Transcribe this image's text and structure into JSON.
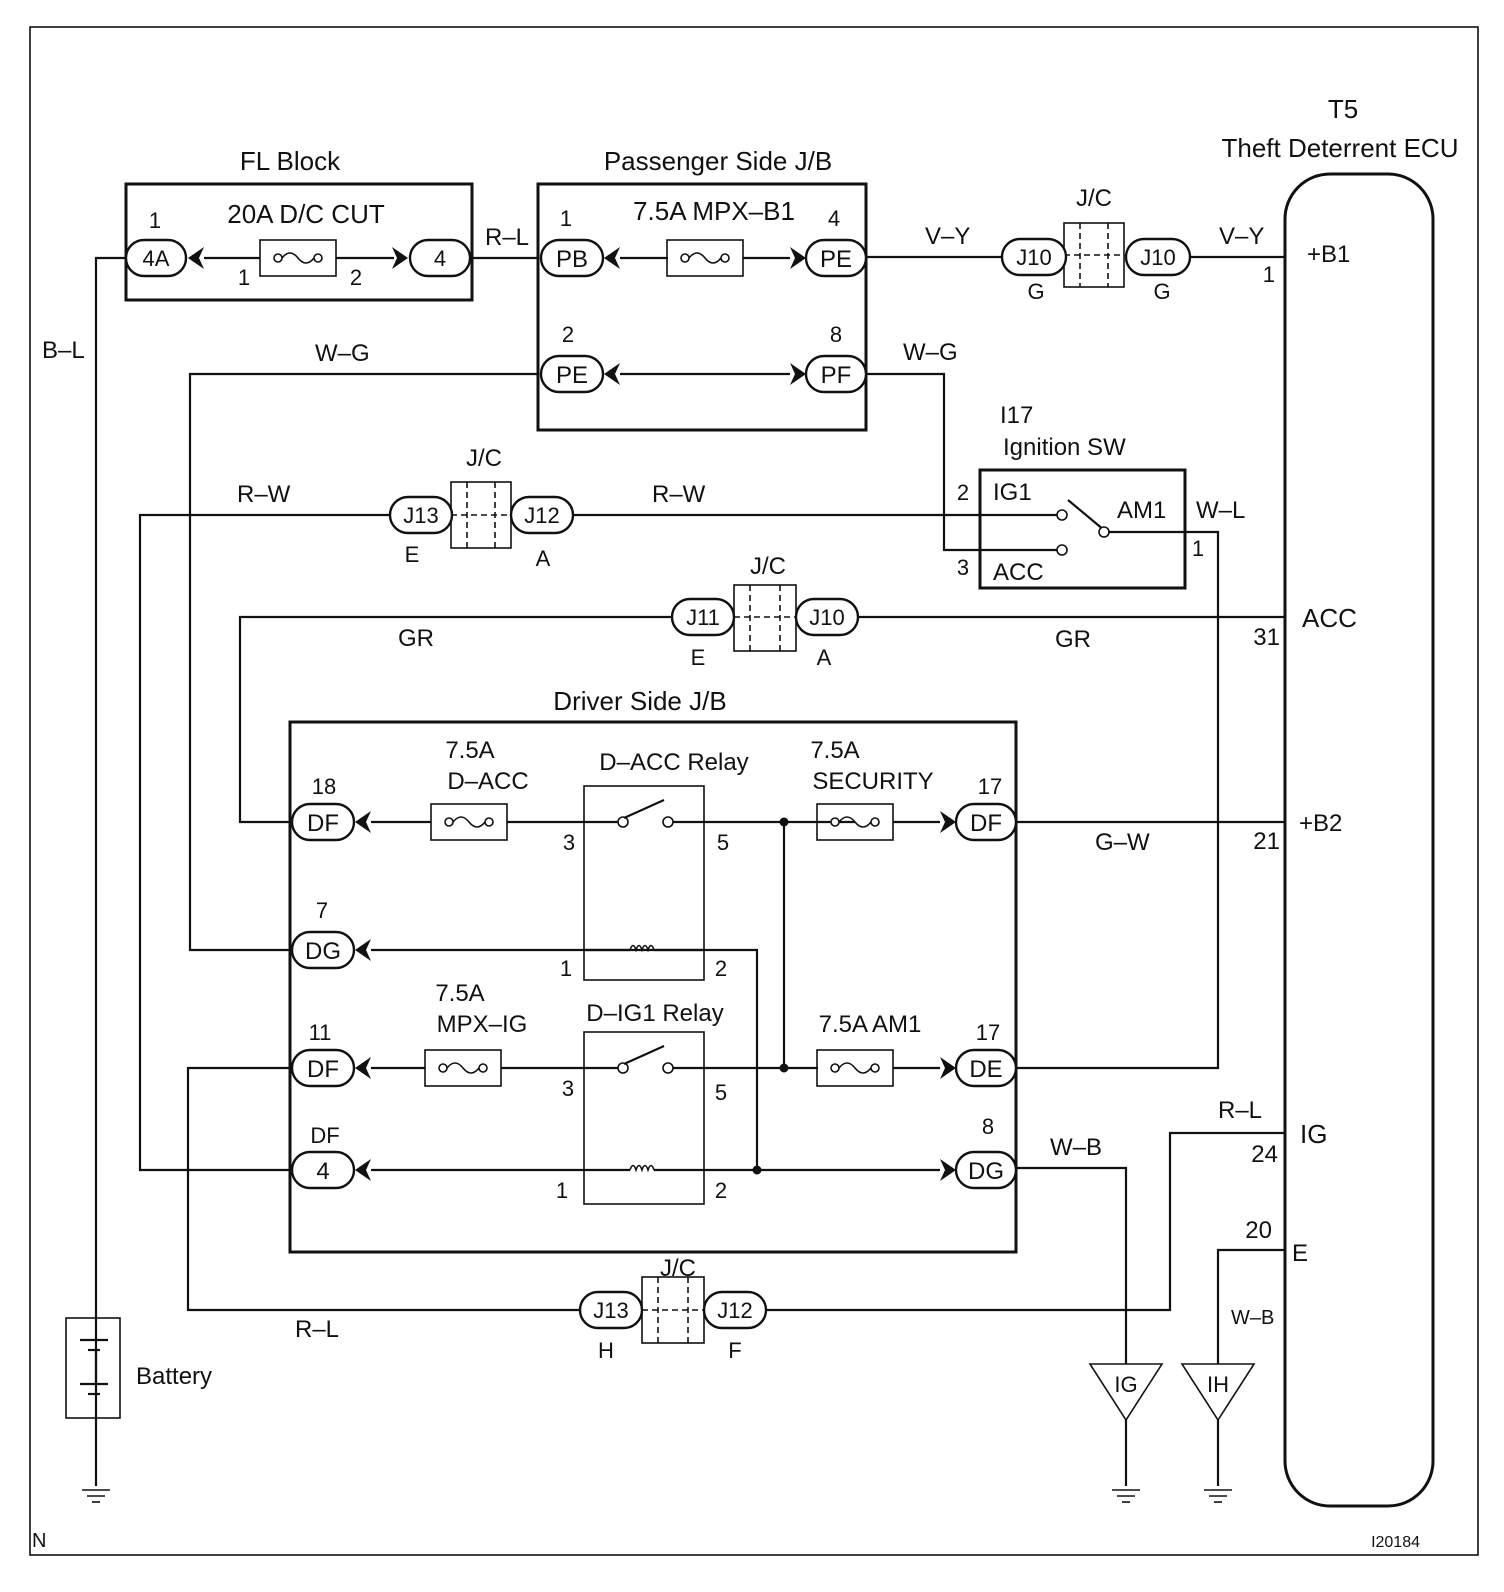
{
  "page": {
    "corner_letter": "N",
    "figure_code": "I20184"
  },
  "ecu": {
    "code": "T5",
    "name": "Theft Deterrent ECU",
    "terminals": [
      {
        "pin": "1",
        "name": "+B1"
      },
      {
        "pin": "31",
        "name": "ACC"
      },
      {
        "pin": "21",
        "name": "+B2"
      },
      {
        "pin": "24",
        "name": "IG"
      },
      {
        "pin": "20",
        "name": "E"
      }
    ]
  },
  "fl_block": {
    "title": "FL Block",
    "fuse": "20A D/C CUT",
    "conn_left": "4A",
    "conn_right": "4",
    "pin_left": "1",
    "pin_fuse_left": "1",
    "pin_fuse_right": "2"
  },
  "passenger_jb": {
    "title": "Passenger Side J/B",
    "fuse": "7.5A MPX–B1",
    "pb": "PB",
    "pb_pin": "1",
    "pe_top": "PE",
    "pe_top_pin": "4",
    "pe_bottom": "PE",
    "pe_bottom_pin": "2",
    "pf": "PF",
    "pf_pin": "8"
  },
  "ignition_sw": {
    "code": "I17",
    "name": "Ignition SW",
    "ig1": "IG1",
    "acc": "ACC",
    "am1": "AM1",
    "pin_ig1": "2",
    "pin_acc": "3",
    "pin_am1": "1"
  },
  "junction_connectors": [
    {
      "label": "J/C",
      "left": "J10",
      "left_sub": "G",
      "right": "J10",
      "right_sub": "G"
    },
    {
      "label": "J/C",
      "left": "J13",
      "left_sub": "E",
      "right": "J12",
      "right_sub": "A"
    },
    {
      "label": "J/C",
      "left": "J11",
      "left_sub": "E",
      "right": "J10",
      "right_sub": "A"
    },
    {
      "label": "J/C",
      "left": "J13",
      "left_sub": "H",
      "right": "J12",
      "right_sub": "F"
    }
  ],
  "driver_jb": {
    "title": "Driver Side J/B",
    "fuse_dacc_amp": "7.5A",
    "fuse_dacc": "D–ACC",
    "fuse_security_amp": "7.5A",
    "fuse_security": "SECURITY",
    "fuse_mpxig_amp": "7.5A",
    "fuse_mpxig": "MPX–IG",
    "fuse_am1": "7.5A AM1",
    "relay_dacc": "D–ACC Relay",
    "relay_dig1": "D–IG1 Relay",
    "relay_pins": {
      "p3": "3",
      "p5": "5",
      "p1": "1",
      "p2": "2"
    },
    "df18": "DF",
    "df18_pin": "18",
    "dg7": "DG",
    "dg7_pin": "7",
    "df11": "DF",
    "df11_pin": "11",
    "df4_top": "DF",
    "df4": "4",
    "df17": "DF",
    "df17_pin": "17",
    "de17": "DE",
    "de17_pin": "17",
    "dg8": "DG",
    "dg8_pin": "8"
  },
  "wires": {
    "bl": "B–L",
    "rl_top": "R–L",
    "vy_left": "V–Y",
    "vy_right": "V–Y",
    "wg_left": "W–G",
    "wg_right": "W–G",
    "rw_left": "R–W",
    "rw_right": "R–W",
    "wl": "W–L",
    "gr_left": "GR",
    "gr_right": "GR",
    "gw": "G–W",
    "wb_dg8": "W–B",
    "rl_ig": "R–L",
    "rl_bottom": "R–L",
    "wb_e": "W–B"
  },
  "battery": {
    "label": "Battery"
  },
  "grounds": [
    {
      "label": "IG"
    },
    {
      "label": "IH"
    }
  ]
}
